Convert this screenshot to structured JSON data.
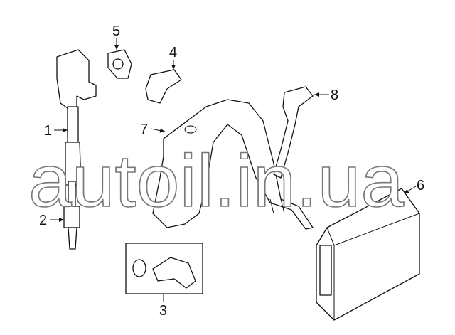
{
  "diagram": {
    "callouts": [
      {
        "id": "1",
        "label": "1"
      },
      {
        "id": "2",
        "label": "2"
      },
      {
        "id": "3",
        "label": "3"
      },
      {
        "id": "4",
        "label": "4"
      },
      {
        "id": "5",
        "label": "5"
      },
      {
        "id": "6",
        "label": "6"
      },
      {
        "id": "7",
        "label": "7"
      },
      {
        "id": "8",
        "label": "8"
      }
    ],
    "watermark": "autoil.in.ua"
  }
}
